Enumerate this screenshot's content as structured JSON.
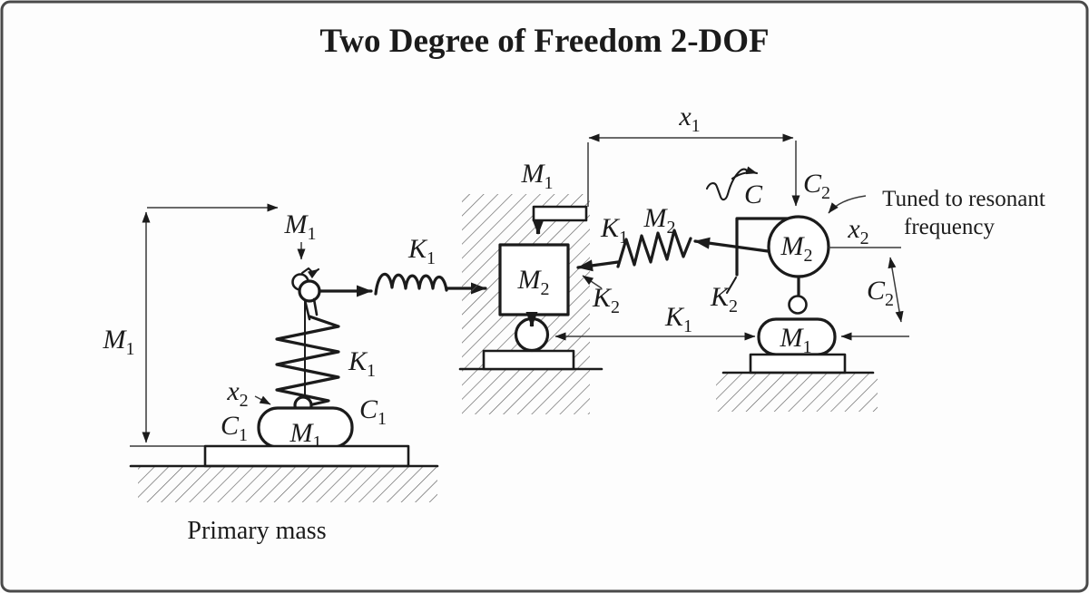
{
  "title": "Two Degree of Freedom 2-DOF",
  "caption": "Primary mass",
  "annotation": {
    "line1": "Tuned to resonant",
    "line2": "frequency"
  },
  "symbols": {
    "M1": {
      "base": "M",
      "sub": "1"
    },
    "M2": {
      "base": "M",
      "sub": "2"
    },
    "K1": {
      "base": "K",
      "sub": "1"
    },
    "K2": {
      "base": "K",
      "sub": "2"
    },
    "C1": {
      "base": "C",
      "sub": "1"
    },
    "C2": {
      "base": "C",
      "sub": "2"
    },
    "x1": {
      "base": "x",
      "sub": "1"
    },
    "x2": {
      "base": "x",
      "sub": "2"
    },
    "C_vector": {
      "base": "C",
      "sub": ""
    }
  },
  "colors": {
    "ink": "#1b1b1b",
    "dim_line": "#3a3a3a",
    "hatch": "#5f5f5f",
    "border": "#4a4a4a",
    "background": "#fdfdfd"
  }
}
